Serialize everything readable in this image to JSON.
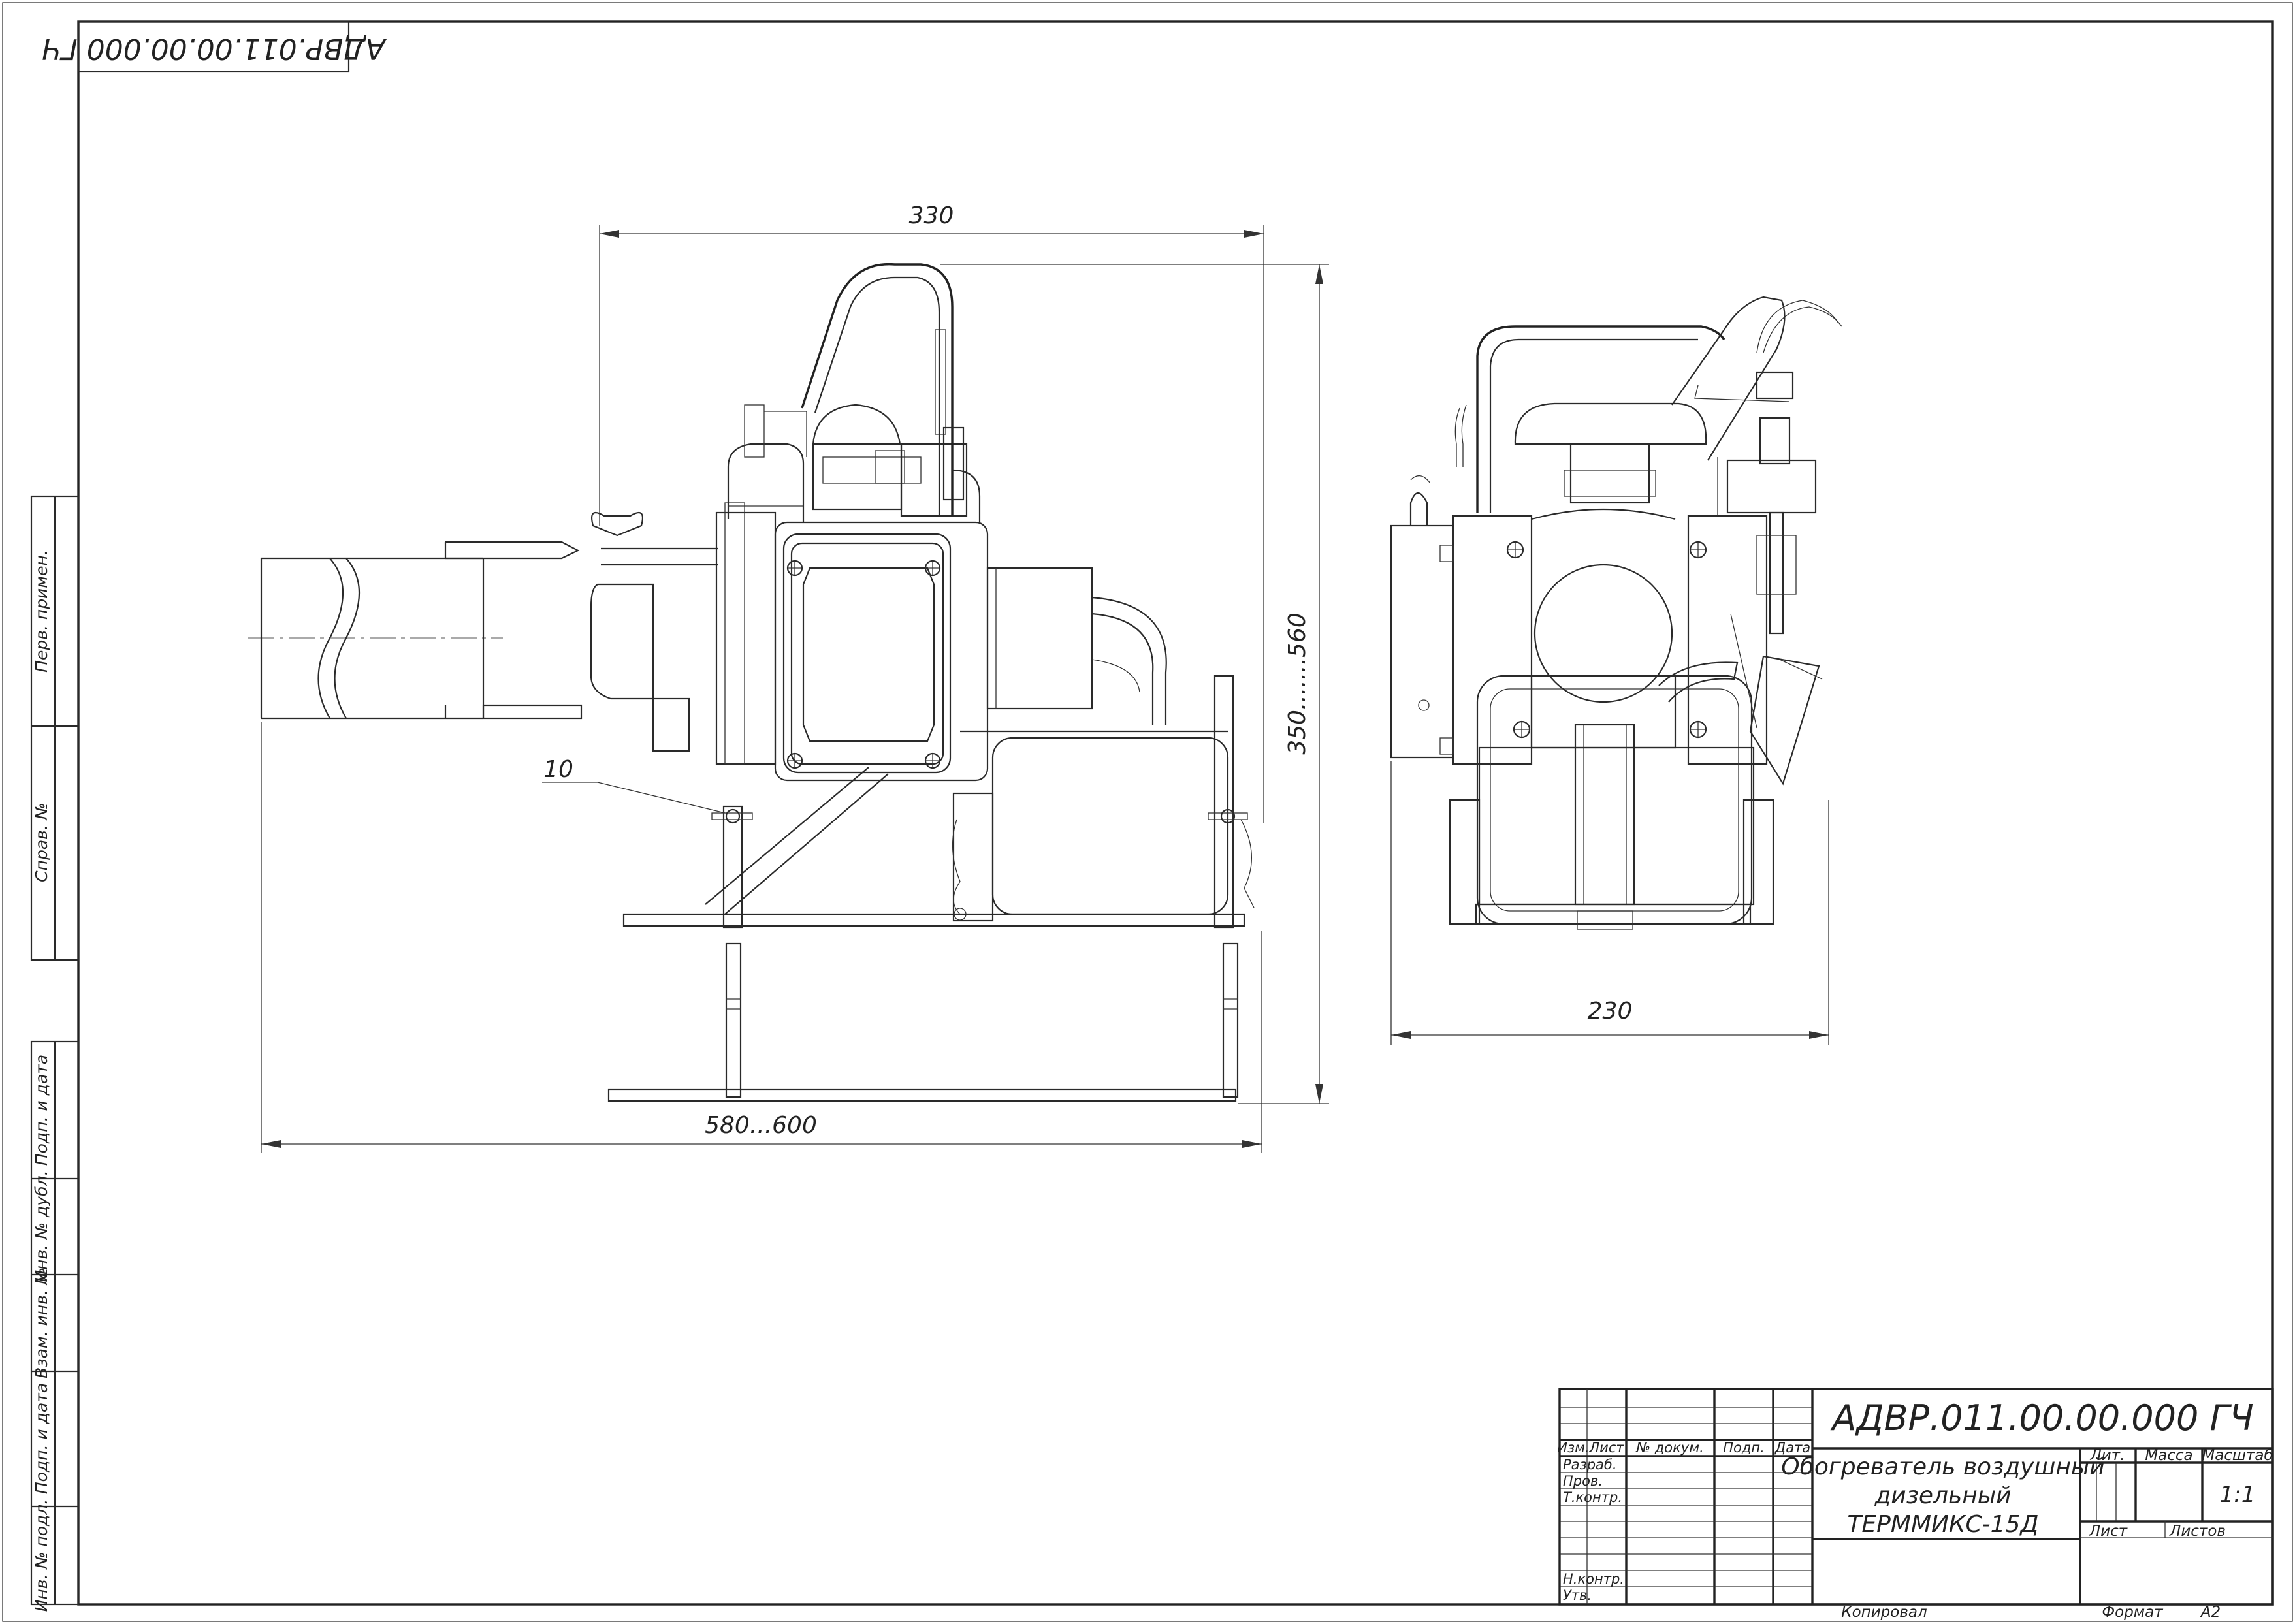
{
  "drawing": {
    "stamp_code_rotated": "АДВР.011.00.00.000 ГЧ",
    "dimensions": {
      "overall_width": "330",
      "overall_height": "350.......560",
      "total_length": "580...600",
      "front_width": "230",
      "callout": "10"
    }
  },
  "side_strip": {
    "cells": [
      "Перв. примен.",
      "Справ. №",
      "Подп. и дата",
      "Инв. № дубл.",
      "Взам. инв. №",
      "Подп. и дата",
      "Инв. № подл."
    ]
  },
  "title_block": {
    "designation": "АДВР.011.00.00.000 ГЧ",
    "name_lines": [
      "Обогреватель воздушный",
      "дизельный",
      "ТЕРММИКС-15Д"
    ],
    "col_headers": [
      "Изм.",
      "Лист",
      "№ докум.",
      "Подп.",
      "Дата"
    ],
    "roles": [
      "Разраб.",
      "Пров.",
      "Т.контр.",
      "Н.контр.",
      "Утв."
    ],
    "lit_label": "Лит.",
    "mass_label": "Масса",
    "scale_label": "Масштаб",
    "scale_value": "1:1",
    "sheet_label": "Лист",
    "sheets_label": "Листов",
    "copied_label": "Копировал",
    "format_label": "Формат",
    "format_value": "А2"
  }
}
